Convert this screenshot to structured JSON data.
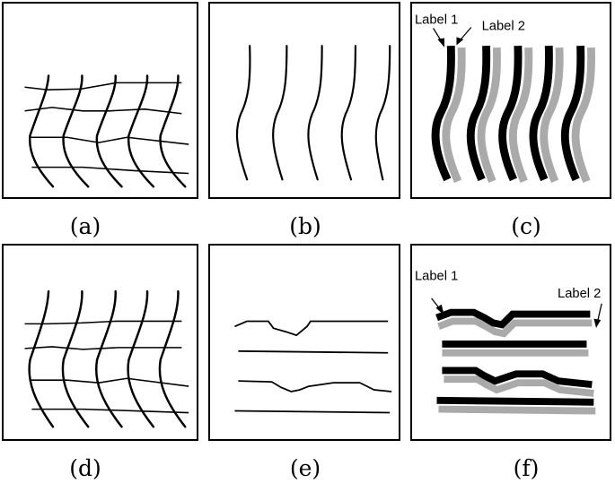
{
  "figure": {
    "panels": [
      {
        "id": "a",
        "caption": "(a)"
      },
      {
        "id": "b",
        "caption": "(b)"
      },
      {
        "id": "c",
        "caption": "(c)",
        "label1": "Label 1",
        "label2": "Label 2"
      },
      {
        "id": "d",
        "caption": "(d)"
      },
      {
        "id": "e",
        "caption": "(e)"
      },
      {
        "id": "f",
        "caption": "(f)",
        "label1": "Label 1",
        "label2": "Label 2"
      }
    ],
    "colors": {
      "border": "#000000",
      "stroke": "#000000",
      "shadow": "#aaaaaa",
      "background": "#ffffff"
    }
  }
}
